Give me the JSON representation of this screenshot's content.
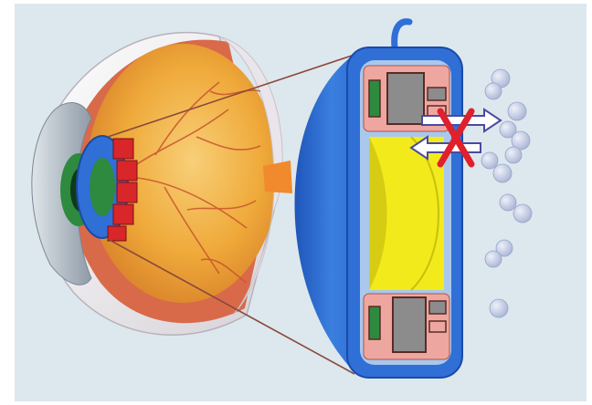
{
  "figure": {
    "background": "#dde7ee",
    "frame_color": "#ffffff",
    "colors": {
      "sclera": "#ece9ec",
      "choroid": "#d86a4a",
      "retina": "#efaa3a",
      "retina_light": "#f6c86a",
      "vessels": "#c9542c",
      "cornea": "#b9c3cd",
      "iris_green": "#2d8a3e",
      "implant_blue": "#2f6fd6",
      "implant_red": "#d8262a",
      "capsule_blue": "#2f6fd6",
      "capsule_inner": "#a9c8ec",
      "electronics_bg": "#eea7a0",
      "chip_gray": "#8c8c8c",
      "lens_yellow": "#f3ea1c",
      "arrow_blue": "#4a4aa0",
      "block_cross": "#e0202a",
      "bubble": "#bfc9e2",
      "pointer_line": "#8a4a3a"
    }
  },
  "components": {
    "eyeball": "eye-cross-section",
    "implant_in_eye": "implant-ring",
    "magnified_capsule": "implant-capsule",
    "handle": "capsule-handle",
    "crossed_arrows": "blocked-exchange-arrows",
    "molecules": "molecule-bubbles"
  }
}
